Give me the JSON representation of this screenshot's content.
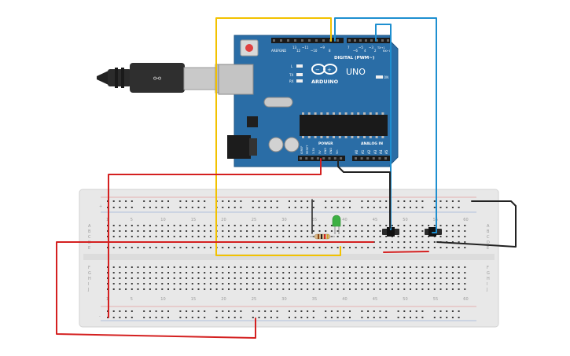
{
  "colors": {
    "board": "#2a6da6",
    "board_dark": "#1f5584",
    "breadboard": "#e6e6e6",
    "breadboard_edge": "#d0d0d0",
    "wire_yellow": "#f2c200",
    "wire_blue": "#1e8fd0",
    "wire_red": "#d42020",
    "wire_black": "#222222",
    "led_green": "#3cb043"
  },
  "arduino": {
    "brand": "ARDUINO",
    "model": "UNO",
    "digital_label": "DIGITAL (PWM~)",
    "analog_label": "ANALOG IN",
    "power_label": "POWER",
    "on_label": "ON",
    "aref": "AREF",
    "gnd": "GND",
    "pin_13": "13",
    "pin_12": "12",
    "pin_11": "~11",
    "pin_10": "~10",
    "pin_9": "~9",
    "pin_8": "8",
    "pin_7": "7",
    "pin_6": "~6",
    "pin_5": "~5",
    "pin_4": "4",
    "pin_3": "~3",
    "pin_2": "2",
    "pin_tx": "TX→1",
    "pin_rx": "RX←0",
    "led_l": "L",
    "led_tx": "TX",
    "led_rx": "RX",
    "ioref": "IOREF",
    "reset": "RESET",
    "v33": "3.3V",
    "v5": "5V",
    "gnd1": "GND",
    "gnd2": "GND",
    "vin": "Vin",
    "a0": "A0",
    "a1": "A1",
    "a2": "A2",
    "a3": "A3",
    "a4": "A4",
    "a5": "A5"
  },
  "breadboard": {
    "col_numbers": [
      "1",
      "5",
      "10",
      "15",
      "20",
      "25",
      "30",
      "35",
      "40",
      "45",
      "50",
      "55",
      "60"
    ],
    "rows_top": [
      "A",
      "B",
      "C",
      "D",
      "E"
    ],
    "rows_bottom": [
      "F",
      "G",
      "H",
      "I",
      "J"
    ],
    "rail_plus": "+",
    "rail_minus": "-"
  }
}
